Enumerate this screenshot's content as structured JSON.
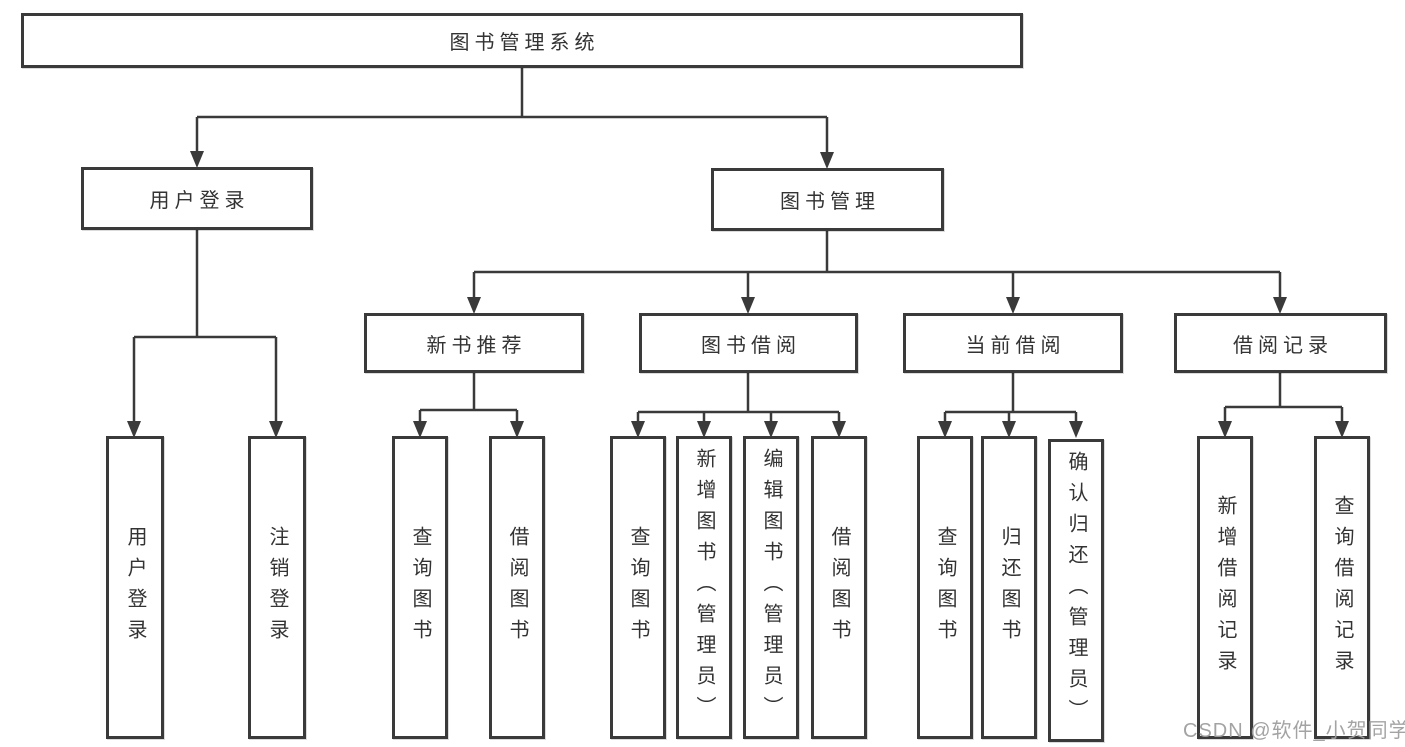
{
  "diagram": {
    "type": "hierarchy-flowchart",
    "root": {
      "label": "图书管理系统",
      "children": [
        {
          "label": "用户登录",
          "children": [
            {
              "label": "用户登录"
            },
            {
              "label": "注销登录"
            }
          ]
        },
        {
          "label": "图书管理",
          "children": [
            {
              "label": "新书推荐",
              "children": [
                {
                  "label": "查询图书"
                },
                {
                  "label": "借阅图书"
                }
              ]
            },
            {
              "label": "图书借阅",
              "children": [
                {
                  "label": "查询图书"
                },
                {
                  "label": "新增图书（管理员）"
                },
                {
                  "label": "编辑图书（管理员）"
                },
                {
                  "label": "借阅图书"
                }
              ]
            },
            {
              "label": "当前借阅",
              "children": [
                {
                  "label": "查询图书"
                },
                {
                  "label": "归还图书"
                },
                {
                  "label": "确认归还（管理员）"
                }
              ]
            },
            {
              "label": "借阅记录",
              "children": [
                {
                  "label": "新增借阅记录"
                },
                {
                  "label": "查询借阅记录"
                }
              ]
            }
          ]
        }
      ]
    }
  },
  "watermark": {
    "text": "CSDN @软件_小贺同学"
  },
  "colors": {
    "line": "#3a3a3a",
    "box_border": "#3a3a3a",
    "text": "#333333",
    "watermark": "#9f9f9f",
    "background": "#ffffff"
  }
}
